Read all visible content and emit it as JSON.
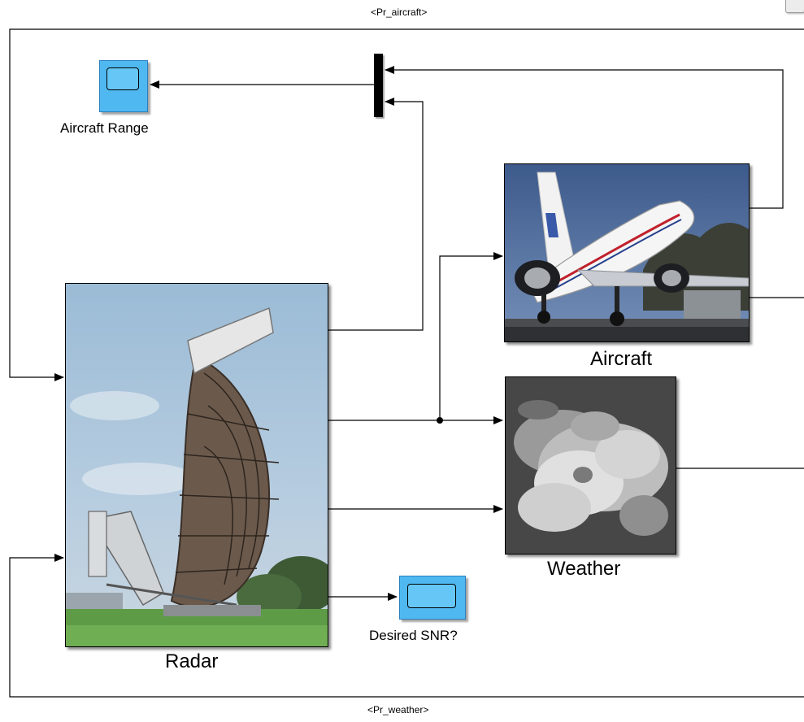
{
  "signals": {
    "top_goto": "<Pr_aircraft>",
    "bottom_goto": "<Pr_weather>"
  },
  "blocks": {
    "aircraft_range_scope": {
      "label": "Aircraft Range",
      "type": "scope-icon",
      "color": "#4fb8f0"
    },
    "desired_snr_scope": {
      "label": "Desired SNR?",
      "type": "scope-icon",
      "color": "#4fb8f0"
    },
    "radar": {
      "label": "Radar",
      "image": "radar-antenna-photo"
    },
    "aircraft": {
      "label": "Aircraft",
      "image": "airliner-takeoff-photo"
    },
    "weather": {
      "label": "Weather",
      "image": "storm-satellite-photo"
    },
    "mux": {
      "type": "mux-bar"
    }
  },
  "colors": {
    "wire": "#000000",
    "scope_fill": "#4fb8f0",
    "background": "#ffffff"
  }
}
